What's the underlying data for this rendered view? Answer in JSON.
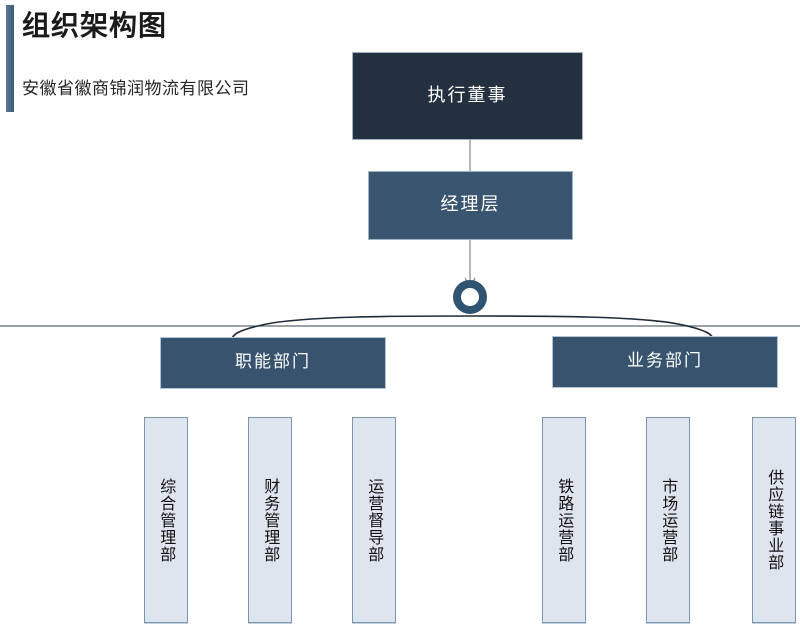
{
  "header": {
    "title": "组织架构图",
    "subtitle": "安徽省徽商锦润物流有限公司",
    "accent_color": "#3f5a79"
  },
  "colors": {
    "top_node_fill": "#23303f",
    "manager_node_fill": "#3a5570",
    "branch_node_fill": "#37536e",
    "leaf_node_fill": "#dfe5ee",
    "leaf_node_border": "#7b96b2",
    "connector_line": "#9a9a9a",
    "curve_line": "#1f2d3a",
    "hub_ring": "#2e5472",
    "page_background": "#ffffff"
  },
  "chart_data": {
    "type": "diagram",
    "title": "组织架构图",
    "subtitle": "安徽省徽商锦润物流有限公司",
    "nodes": [
      {
        "id": "exec",
        "label": "执行董事",
        "level": 0,
        "style": "dark"
      },
      {
        "id": "manager",
        "label": "经理层",
        "level": 1,
        "style": "slate"
      },
      {
        "id": "hub",
        "label": "",
        "level": 2,
        "style": "ring"
      },
      {
        "id": "functional",
        "label": "职能部门",
        "level": 3,
        "style": "slate"
      },
      {
        "id": "business",
        "label": "业务部门",
        "level": 3,
        "style": "slate"
      },
      {
        "id": "gen-admin",
        "label": "综合管理部",
        "level": 4,
        "style": "light",
        "parent": "functional"
      },
      {
        "id": "finance",
        "label": "财务管理部",
        "level": 4,
        "style": "light",
        "parent": "functional"
      },
      {
        "id": "ops-supervision",
        "label": "运营督导部",
        "level": 4,
        "style": "light",
        "parent": "functional"
      },
      {
        "id": "rail-ops",
        "label": "铁路运营部",
        "level": 4,
        "style": "light",
        "parent": "business"
      },
      {
        "id": "market-ops",
        "label": "市场运营部",
        "level": 4,
        "style": "light",
        "parent": "business"
      },
      {
        "id": "supply-chain",
        "label": "供应链事业部",
        "level": 4,
        "style": "light",
        "parent": "business"
      }
    ],
    "edges": [
      {
        "from": "exec",
        "to": "manager",
        "type": "straight"
      },
      {
        "from": "manager",
        "to": "hub",
        "type": "arrow"
      },
      {
        "from": "hub",
        "to": "functional",
        "type": "curve"
      },
      {
        "from": "hub",
        "to": "business",
        "type": "curve"
      }
    ]
  },
  "nodes": {
    "exec": {
      "label": "执行董事"
    },
    "manager": {
      "label": "经理层"
    },
    "functional": {
      "label": "职能部门"
    },
    "business": {
      "label": "业务部门"
    }
  },
  "functional_departments": [
    {
      "label": "综合管理部"
    },
    {
      "label": "财务管理部"
    },
    {
      "label": "运营督导部"
    }
  ],
  "business_departments": [
    {
      "label": "铁路运营部"
    },
    {
      "label": "市场运营部"
    },
    {
      "label": "供应链事业部"
    }
  ]
}
